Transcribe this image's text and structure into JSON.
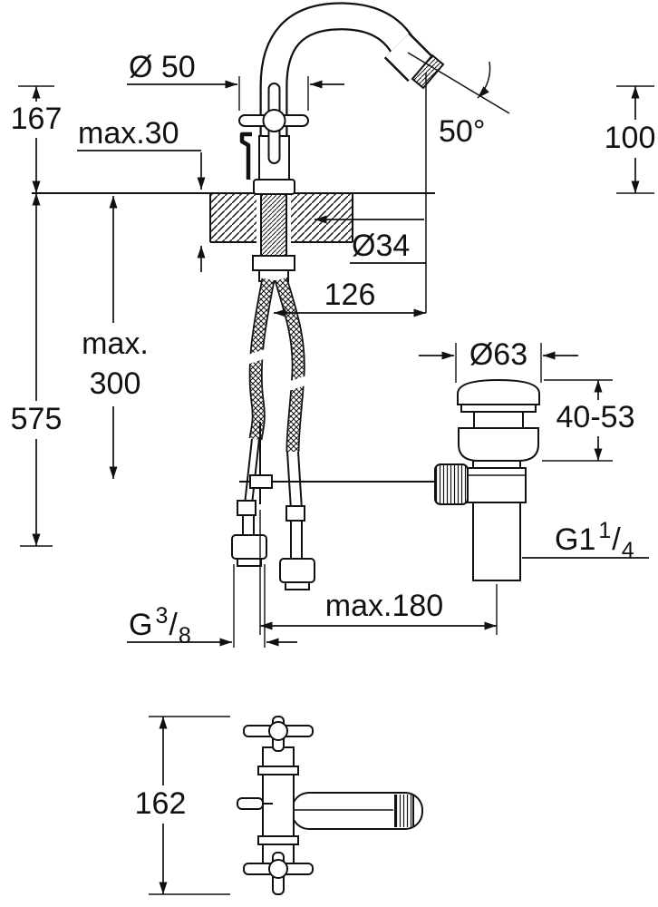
{
  "drawing": {
    "background": "#ffffff",
    "line_color": "#111111",
    "dims": {
      "spout_height": "167",
      "max_deck_thickness": "max.30",
      "handle_diameter": "Ø 50",
      "spray_angle": "50°",
      "outlet_height_above_deck": "100",
      "mounting_hole_diameter": "Ø34",
      "outlet_reach": "126",
      "overall_hose_length": "575",
      "max_depth_line1": "max.",
      "max_depth_line2": "300",
      "waste_flange_diameter": "Ø63",
      "waste_adjust_range": "40-53",
      "max_center_distance": "max.180",
      "side_view_height": "162",
      "waste_thread": {
        "prefix": "G1",
        "numerator": "1",
        "slash": "/",
        "denominator": "4"
      },
      "hose_thread": {
        "prefix": "G",
        "numerator": "3",
        "slash": "/",
        "denominator": "8"
      }
    }
  }
}
